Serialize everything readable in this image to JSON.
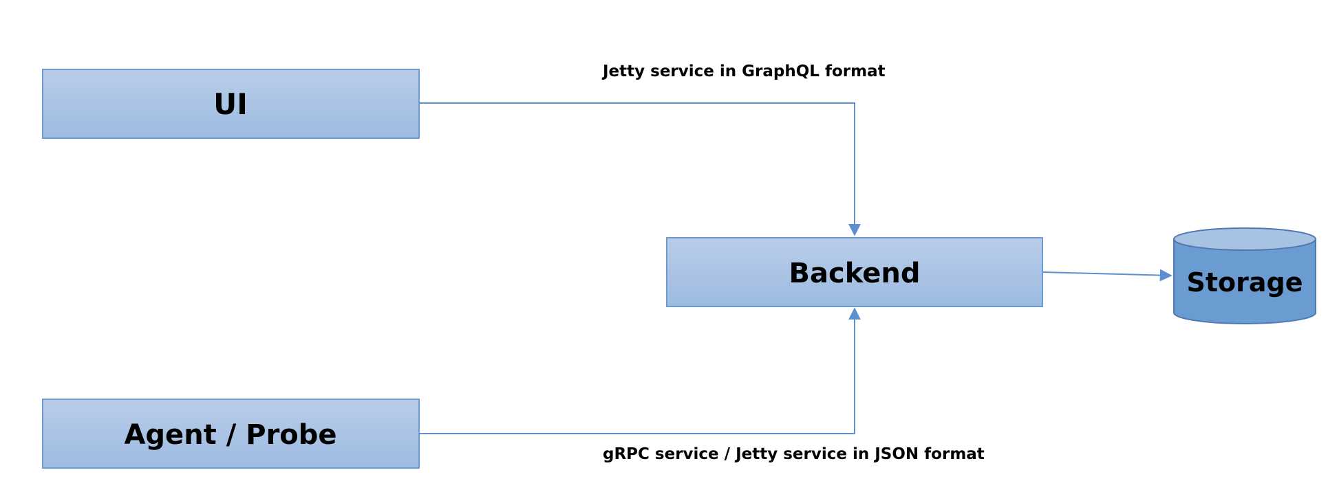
{
  "nodes": {
    "ui": {
      "label": "UI"
    },
    "agent": {
      "label": "Agent / Probe"
    },
    "backend": {
      "label": "Backend"
    },
    "storage": {
      "label": "Storage"
    }
  },
  "edges": {
    "ui_to_backend": {
      "label": "Jetty service in GraphQL format"
    },
    "agent_to_backend": {
      "label": "gRPC service / Jetty service in JSON format"
    }
  },
  "colors": {
    "box_gradient_top": "#b9cde8",
    "box_gradient_bottom": "#9dbbe2",
    "box_border": "#6b9bd2",
    "connector": "#5b8fcf",
    "storage_body": "#6a9bd1",
    "storage_top": "#a7c2e3",
    "storage_border": "#4e79ae"
  }
}
